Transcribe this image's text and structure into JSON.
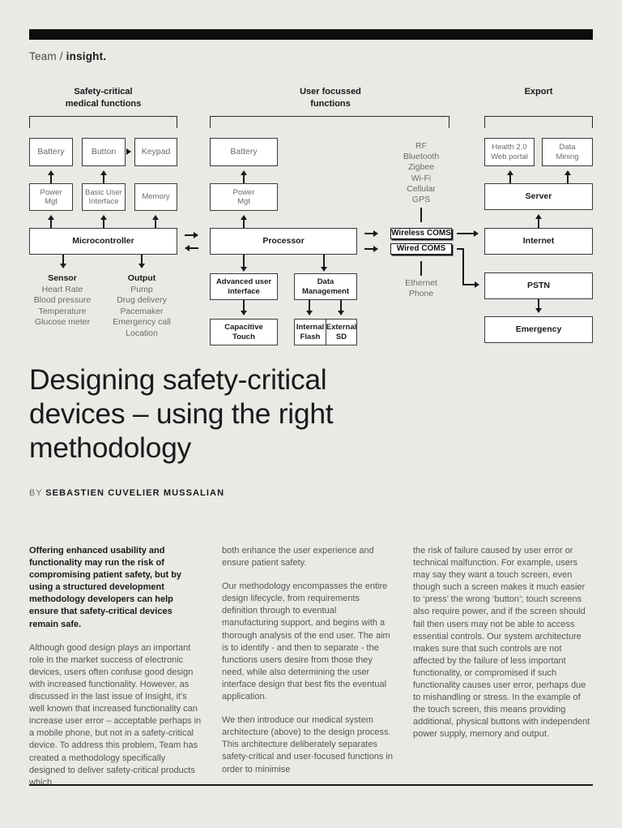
{
  "header": {
    "brand_prefix": "Team / ",
    "brand_name": "insight."
  },
  "diagram": {
    "columns": [
      {
        "title": "Safety-critical\nmedical functions"
      },
      {
        "title": "User focussed\nfunctions"
      },
      {
        "title": "Export"
      }
    ],
    "safety": {
      "battery": "Battery",
      "button": "Button",
      "keypad": "Keypad",
      "power_mgt": "Power\nMgt",
      "basic_ui": "Basic User\nInterface",
      "memory": "Memory",
      "microcontroller": "Microcontroller",
      "sensor_head": "Sensor",
      "sensor_items": "Heart Rate\nBlood pressure\nTemperature\nGlucose meter",
      "output_head": "Output",
      "output_items": "Pump\nDrug delivery\nPacemaker\nEmergency call\nLocation"
    },
    "user": {
      "battery": "Battery",
      "power_mgt": "Power\nMgt",
      "processor": "Processor",
      "advanced_ui": "Advanced user\ninterface",
      "data_management": "Data\nManagement",
      "capacitive_touch": "Capacitive\nTouch",
      "internal_flash": "Internal\nFlash",
      "external_sd": "External\nSD"
    },
    "coms": {
      "wireless_list": "RF\nBluetooth\nZigbee\nWi-Fi\nCellular\nGPS",
      "wireless_box": "Wireless COMS",
      "wired_box": "Wired COMS",
      "wired_list": "Ethernet\nPhone"
    },
    "export": {
      "health_portal": "Health 2.0\nWeb portal",
      "data_mining": "Data\nMining",
      "server": "Server",
      "internet": "Internet",
      "pstn": "PSTN",
      "emergency": "Emergency"
    }
  },
  "article": {
    "title": "Designing safety-critical devices – using the right methodology",
    "byline_prefix": "BY ",
    "byline_author": "SEBASTIEN CUVELIER MUSSALIAN",
    "columns": [
      {
        "paragraphs": [
          "Offering enhanced usability and functionality may run the risk of compromising patient safety, but by using a structured development methodology developers can help ensure that safety-critical devices remain safe.",
          "Although good design plays an important role in the market success of electronic devices, users often confuse good design with increased functionality. However, as discussed in the last issue of Insight, it's well known that increased functionality can increase user error – acceptable perhaps in a mobile phone, but not in a safety-critical device. To address this problem, Team has created a methodology specifically designed to deliver safety-critical products which"
        ]
      },
      {
        "paragraphs": [
          "both enhance the user experience and ensure patient safety.",
          "Our methodology encompasses the entire design lifecycle, from requirements definition through to eventual manufacturing support, and begins with a thorough analysis of the end user. The aim is to identify - and then to separate - the functions users desire from those they need, while also determining the user interface design that best fits the eventual application.",
          "We then introduce our medical system architecture (above) to the design process. This architecture deliberately separates safety-critical and user-focused functions in order to minimise"
        ]
      },
      {
        "paragraphs": [
          "the risk of failure caused by user error or technical malfunction. For example, users may say they want a touch screen, even though such a screen makes it much easier to ‘press’ the wrong ‘button’; touch screens also require power, and if the screen should fail then users may not be able to access essential controls. Our system architecture makes sure that such controls are not affected by the failure of less important functionality, or compromised if such functionality causes user error, perhaps due to mishandling or stress. In the example of the touch screen, this means providing additional, physical buttons with independent power supply, memory and output."
        ]
      }
    ]
  },
  "colors": {
    "background": "#eae9e6",
    "ink": "#1a1a1a",
    "muted": "#6b6b6b",
    "box_fill": "#ffffff"
  }
}
